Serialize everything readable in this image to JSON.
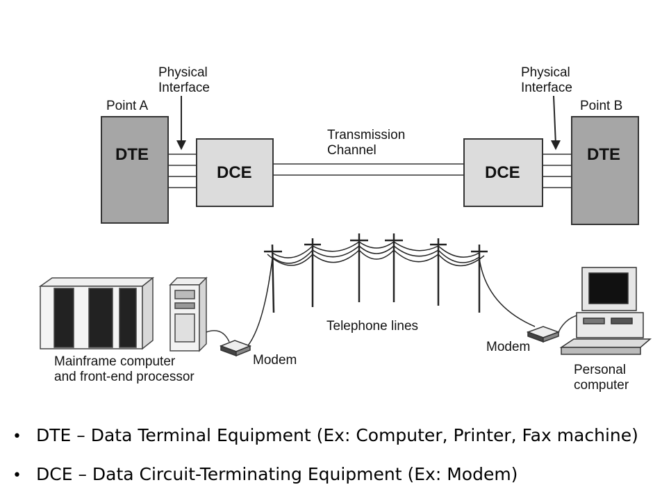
{
  "diagram": {
    "point_a": "Point A",
    "point_b": "Point B",
    "physical_interface_line1": "Physical",
    "physical_interface_line2": "Interface",
    "dte": "DTE",
    "dce": "DCE",
    "transmission_line1": "Transmission",
    "transmission_line2": "Channel",
    "telephone_lines": "Telephone lines",
    "modem": "Modem",
    "mainframe_line1": "Mainframe computer",
    "mainframe_line2": "and front-end processor",
    "pc_line1": "Personal",
    "pc_line2": "computer"
  },
  "bullets": [
    "DTE – Data Terminal Equipment (Ex: Computer, Printer, Fax machine)",
    "DCE – Data Circuit-Terminating Equipment (Ex: Modem)"
  ],
  "colors": {
    "dte_fill": "#a6a6a6",
    "dce_fill": "#dcdcdc",
    "stroke": "#333333"
  }
}
